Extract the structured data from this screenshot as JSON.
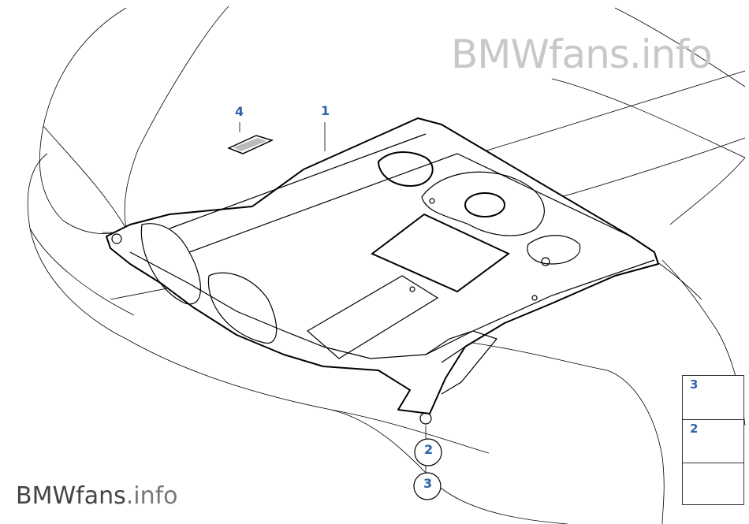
{
  "watermark": {
    "top": "BMWfans.info",
    "bottom_brand": "BMWfans",
    "bottom_suffix": ".info"
  },
  "callouts": [
    {
      "id": "1",
      "label": "1"
    },
    {
      "id": "4",
      "label": "4"
    },
    {
      "id": "2",
      "label": "2"
    },
    {
      "id": "3",
      "label": "3"
    }
  ],
  "legend": {
    "items": [
      {
        "label": "3",
        "icon": "hex-bolt-icon"
      },
      {
        "label": "2",
        "icon": "expanding-rivet-icon"
      },
      {
        "label": "",
        "icon": "navigate-arrow-icon"
      }
    ]
  },
  "colors": {
    "callout": "#2f63a8",
    "line": "#000000",
    "watermark": "#c8c8c8"
  }
}
